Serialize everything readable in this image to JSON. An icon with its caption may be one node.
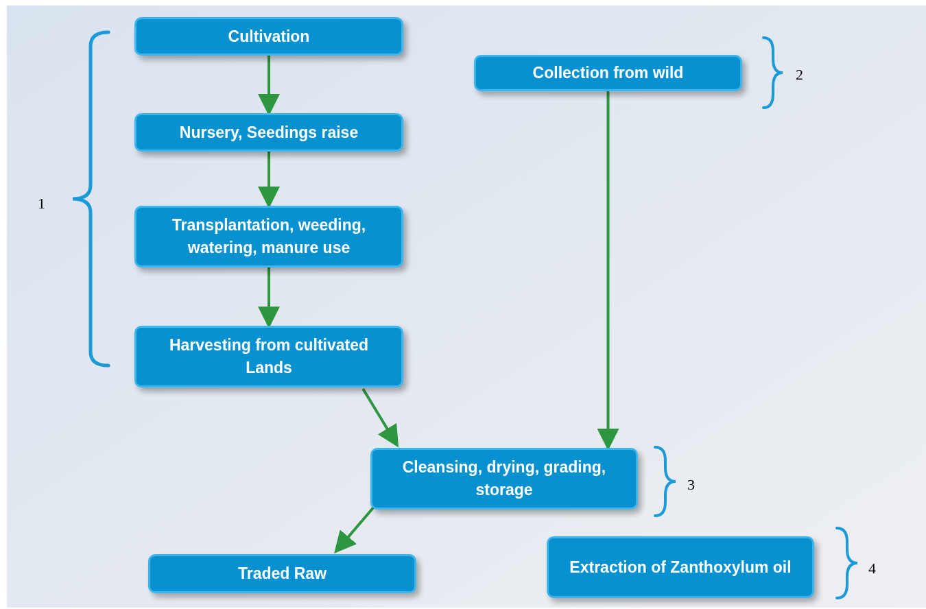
{
  "diagram": {
    "nodes": [
      {
        "text": [
          "Cultivation"
        ]
      },
      {
        "text": [
          "Nursery, Seedings raise"
        ]
      },
      {
        "text": [
          "Transplantation, weeding, watering, manure use"
        ]
      },
      {
        "text": [
          "Harvesting from cultivated Lands"
        ]
      },
      {
        "text": [
          "Collection from wild"
        ]
      },
      {
        "text": [
          "Cleansing, drying, grading, storage"
        ]
      },
      {
        "text": [
          "Traded Raw"
        ]
      },
      {
        "text": [
          "Extraction of Zanthoxylum oil"
        ]
      }
    ],
    "edges": [
      {
        "from": 0,
        "to": 1,
        "arrow": "to"
      },
      {
        "from": 1,
        "to": 2,
        "arrow": "to"
      },
      {
        "from": 2,
        "to": 3,
        "arrow": "to"
      },
      {
        "from": 3,
        "to": 5,
        "arrow": "to"
      },
      {
        "from": 4,
        "to": 5,
        "arrow": "to"
      },
      {
        "from": 5,
        "to": 6,
        "arrow": "to"
      }
    ],
    "labels": [
      "1",
      "2",
      "3",
      "4"
    ]
  }
}
